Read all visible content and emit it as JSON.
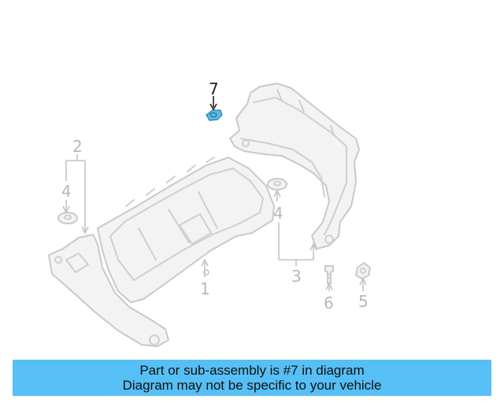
{
  "diagram": {
    "callouts": {
      "c1": "1",
      "c2": "2",
      "c3": "3",
      "c4a": "4",
      "c4b": "4",
      "c5": "5",
      "c6": "6",
      "c7": "7"
    },
    "highlight_color": "#5bbce6",
    "highlighted_part": "7"
  },
  "banner": {
    "line1": "Part or sub-assembly is #7 in diagram",
    "line2": "Diagram may not be specific to your vehicle",
    "background": "#56bff5"
  }
}
